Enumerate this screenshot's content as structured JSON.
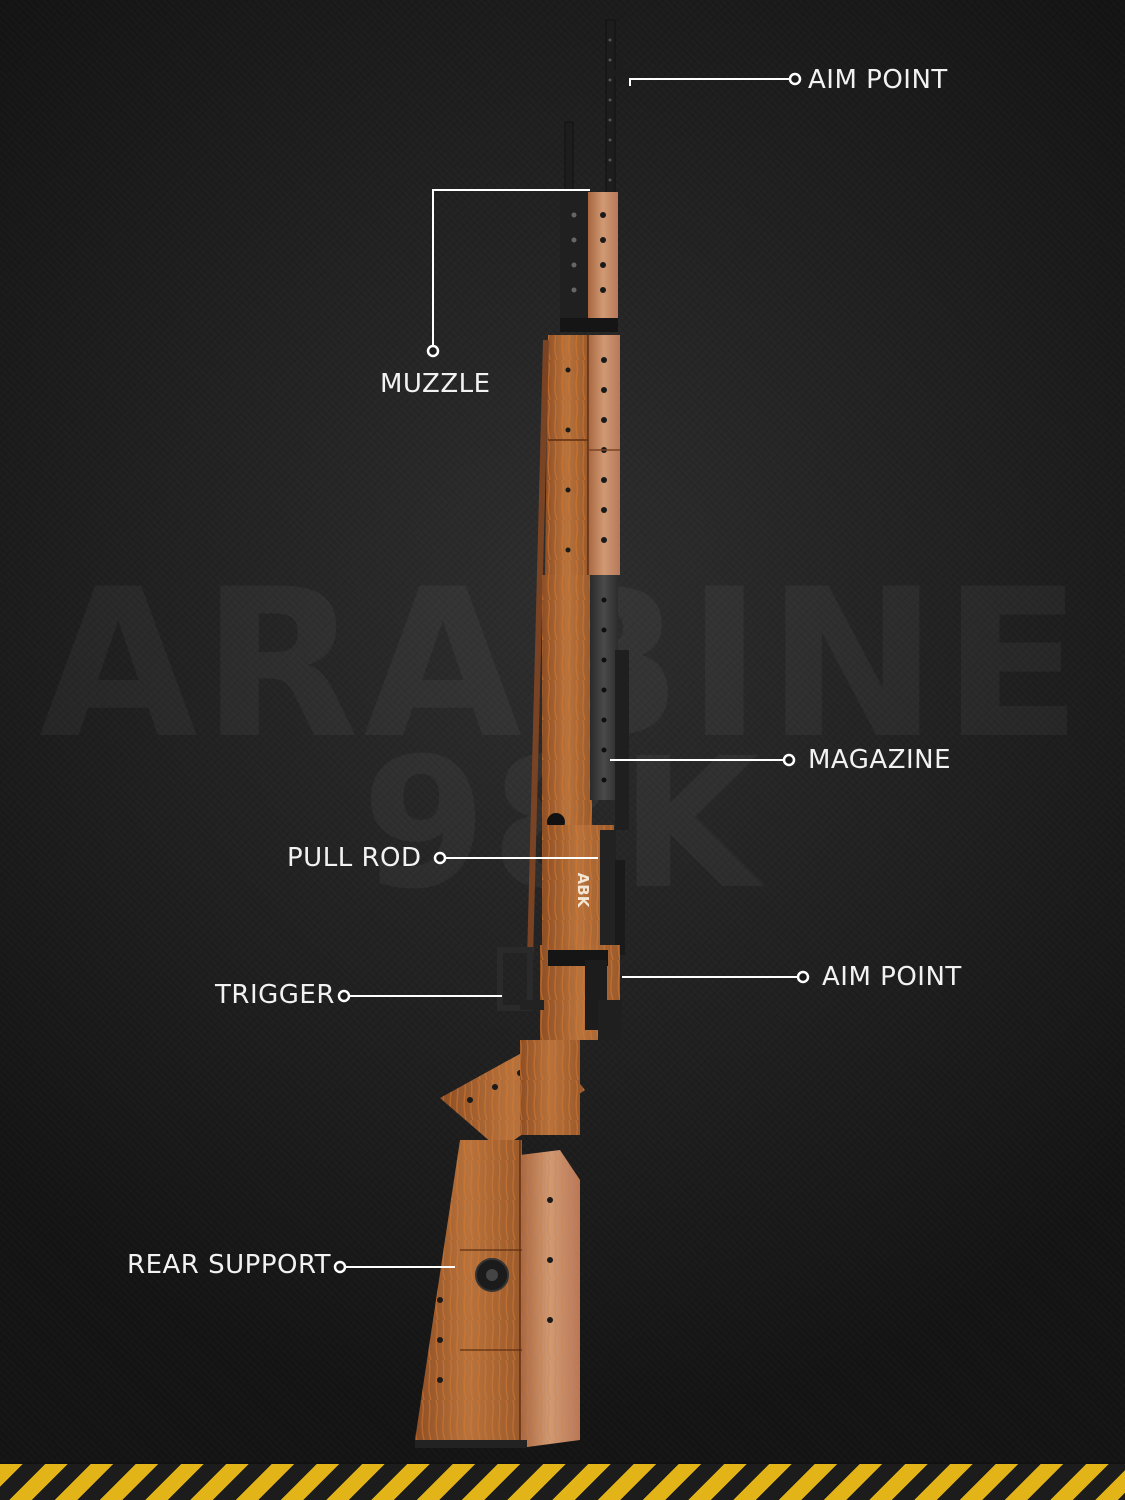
{
  "watermark": {
    "line1": "ARABINE",
    "line2": "98K"
  },
  "callouts": {
    "aim_point_top": "AIM POINT",
    "muzzle": "MUZZLE",
    "magazine": "MAGAZINE",
    "pull_rod": "PULL ROD",
    "trigger": "TRIGGER",
    "aim_point_mid": "AIM POINT",
    "rear_support": "REAR SUPPORT"
  },
  "rifle_markings": {
    "logo": "ABK"
  },
  "colors": {
    "background": "#1e1e1e",
    "wood": "#b36a35",
    "wood_dark": "#8a4a22",
    "copper": "#c68a63",
    "metal": "#3a3a3a",
    "hazard_yellow": "#e3b418",
    "callout_line": "#ffffff"
  }
}
